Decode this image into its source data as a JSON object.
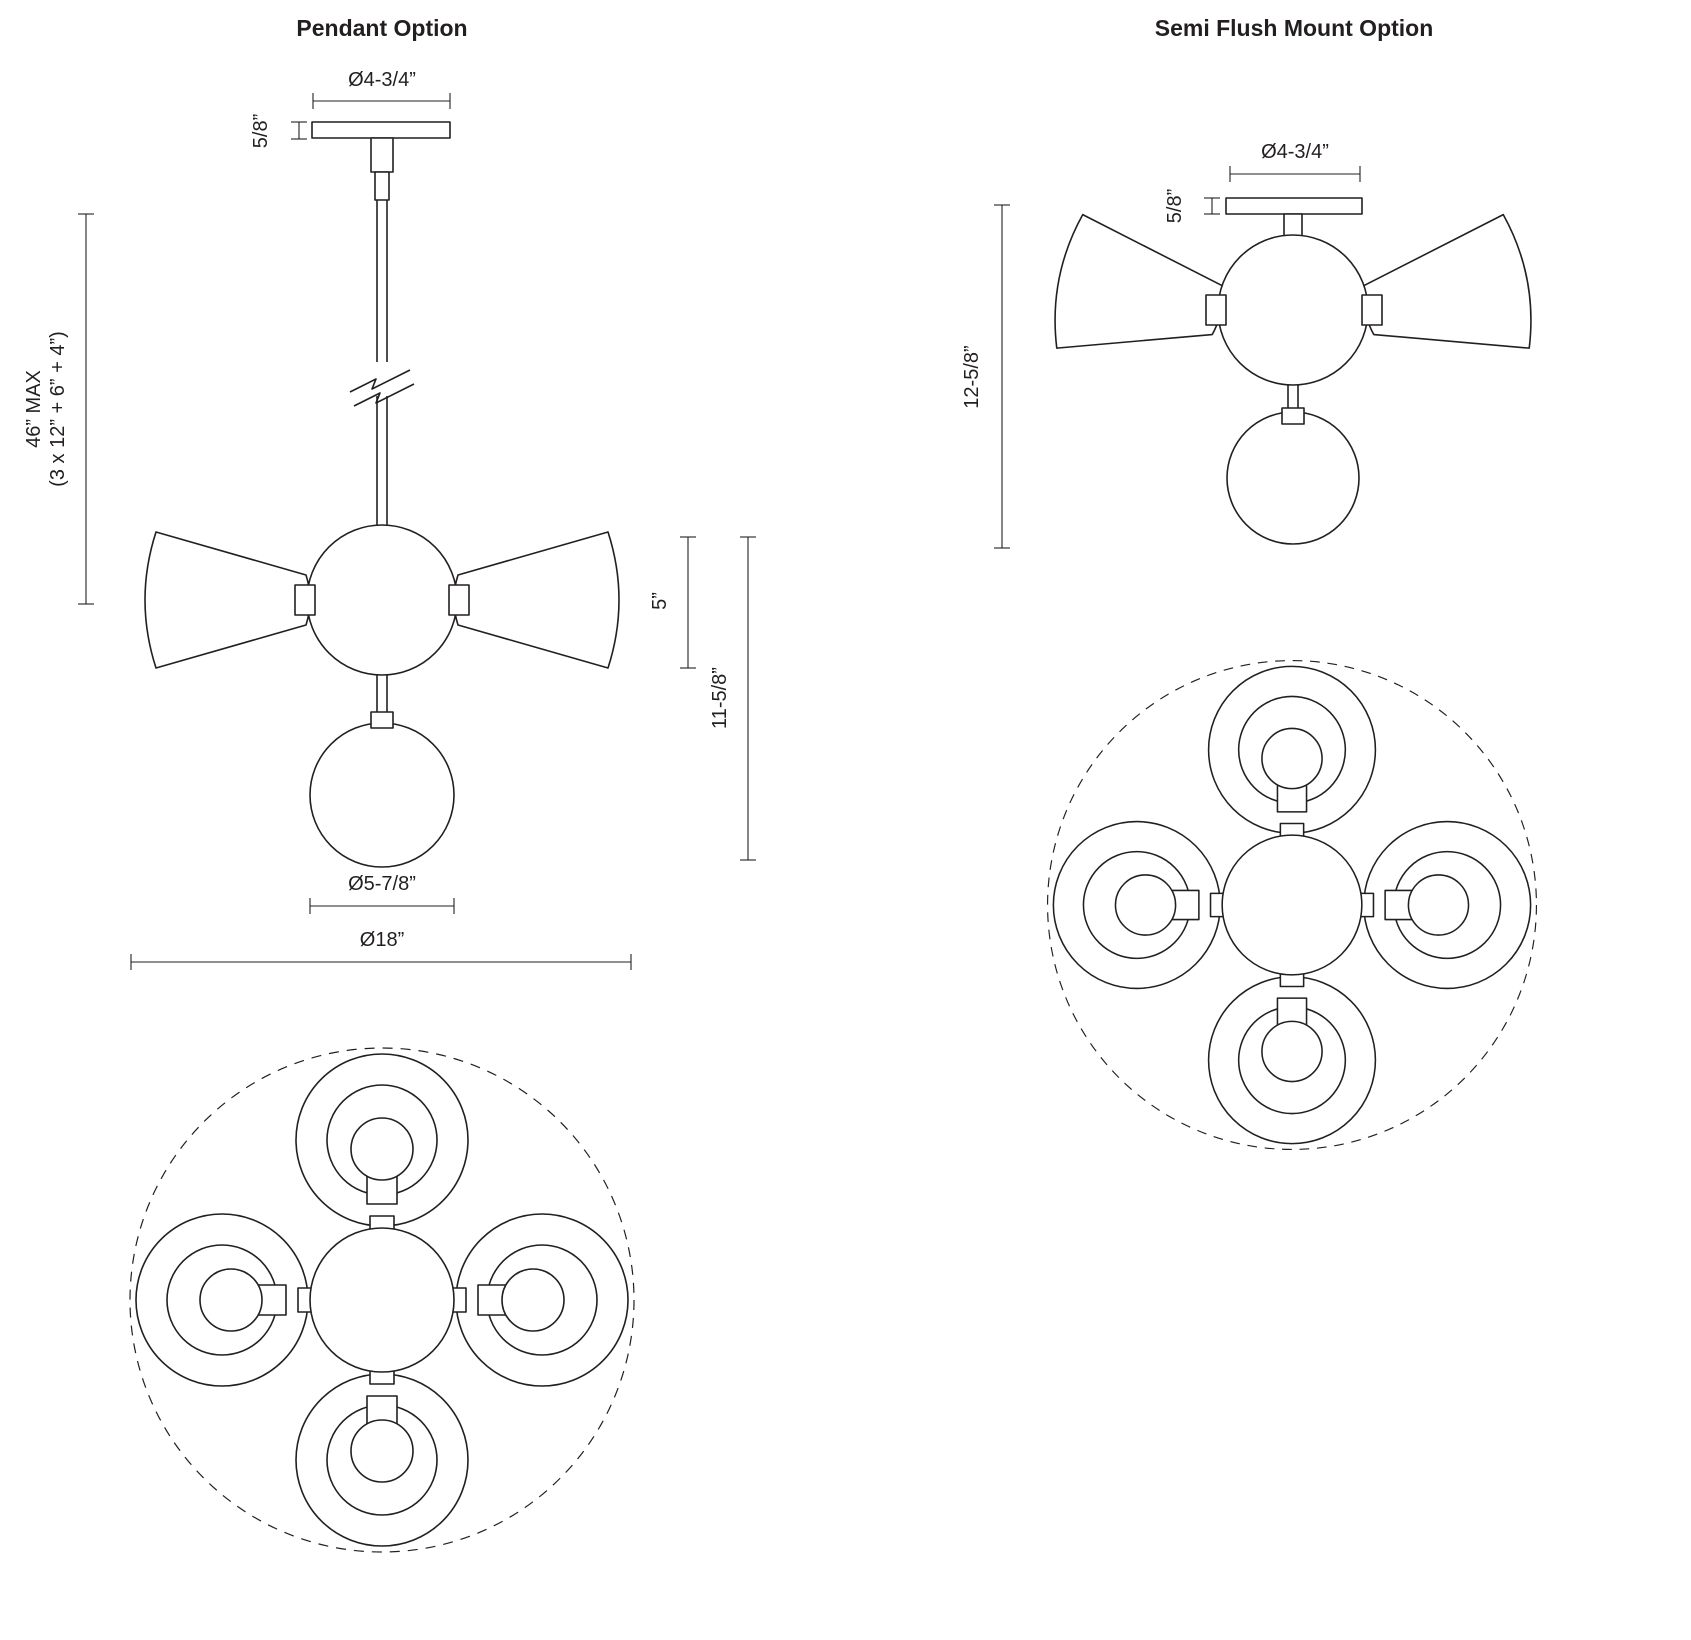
{
  "pendant": {
    "title": "Pendant Option",
    "dims": {
      "canopy_diameter": "Ø4-3/4”",
      "canopy_thickness": "5/8”",
      "max_height": "46” MAX",
      "max_height_breakdown": "(3 x 12” + 6” + 4”)",
      "shade_height": "5”",
      "body_height": "11-5/8”",
      "globe_diameter": "Ø5-7/8”",
      "overall_diameter": "Ø18”"
    }
  },
  "semi_flush": {
    "title": "Semi Flush Mount Option",
    "dims": {
      "canopy_diameter": "Ø4-3/4”",
      "canopy_thickness": "5/8”",
      "overall_height": "12-5/8”"
    }
  },
  "colors": {
    "line": "#231f20",
    "background": "#ffffff"
  }
}
